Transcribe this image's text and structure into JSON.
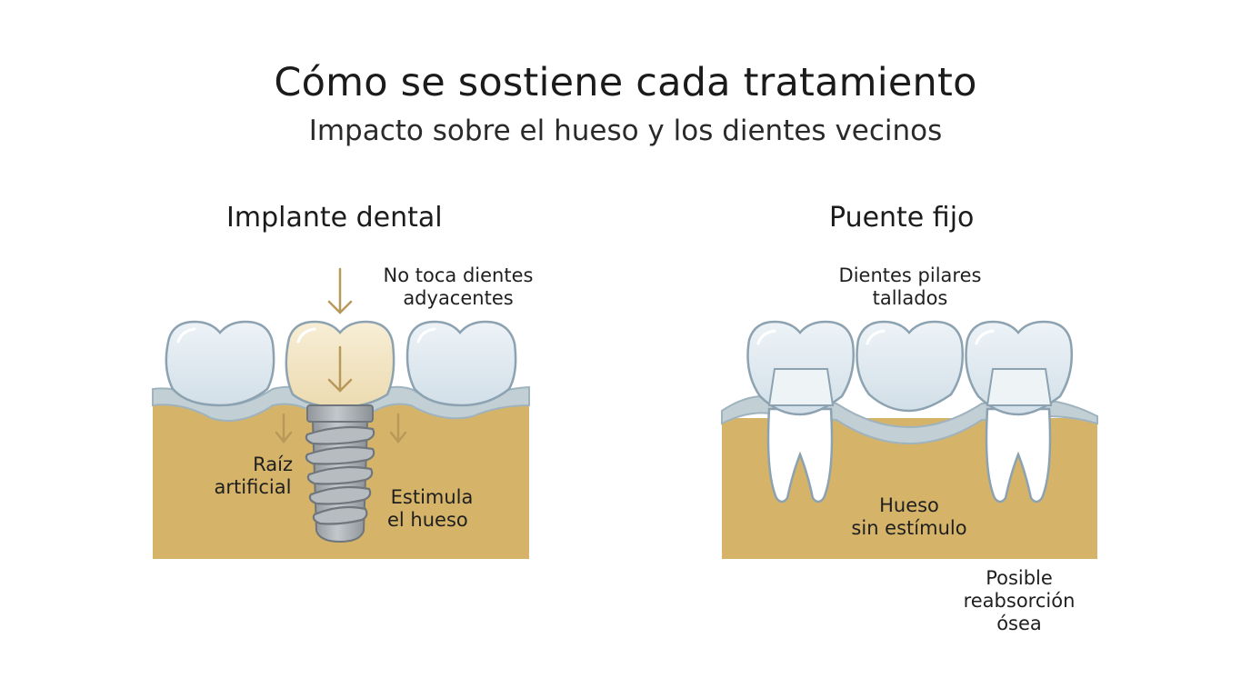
{
  "header": {
    "title": "Cómo se sostiene cada tratamiento",
    "subtitle": "Impacto sobre el hueso y los dientes vecinos"
  },
  "panels": [
    {
      "title": "Implante dental",
      "labels": {
        "no_toca": [
          "No toca dientes",
          "adyacentes"
        ],
        "raiz": [
          "Raíz",
          "artificial"
        ],
        "estimula": [
          "Estimula",
          "el hueso"
        ]
      }
    },
    {
      "title": "Puente fijo",
      "labels": {
        "pilares": [
          "Dientes pilares",
          "tallados"
        ],
        "hueso": [
          "Hueso",
          "sin estímulo"
        ],
        "reabsorcion": [
          "Posible",
          "reabsorción",
          "ósea"
        ]
      }
    }
  ],
  "colors": {
    "bone": "#d5b46a",
    "gum": "#c2d0d6",
    "tooth": "#dbe6ee",
    "crown_implant": "#f2e4c0",
    "implant_metal": "#9ea3a8",
    "arrow": "#b8995a",
    "outline": "#8ca2b1"
  }
}
